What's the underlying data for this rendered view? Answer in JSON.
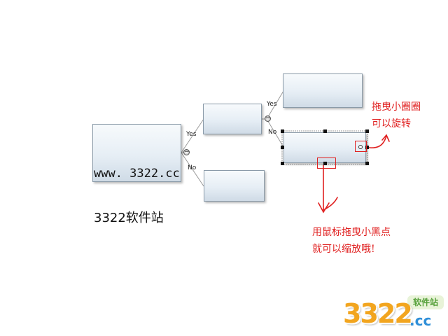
{
  "diagram": {
    "root_line1": "www. 3322.cc",
    "root_line2": "3322软件站",
    "branch_yes": "Yes",
    "branch_no": "No"
  },
  "annotations": {
    "rotate_line1": "拖曳小圈圈",
    "rotate_line2": "可以旋转",
    "resize_line1": "用鼠标拖曳小黑点",
    "resize_line2": "就可以缩放哦!"
  },
  "watermark": {
    "badge": "软件站",
    "number": "3322",
    "suffix": ".cc"
  },
  "colors": {
    "annotation": "#e02020",
    "node_border": "#8a9aa8"
  }
}
